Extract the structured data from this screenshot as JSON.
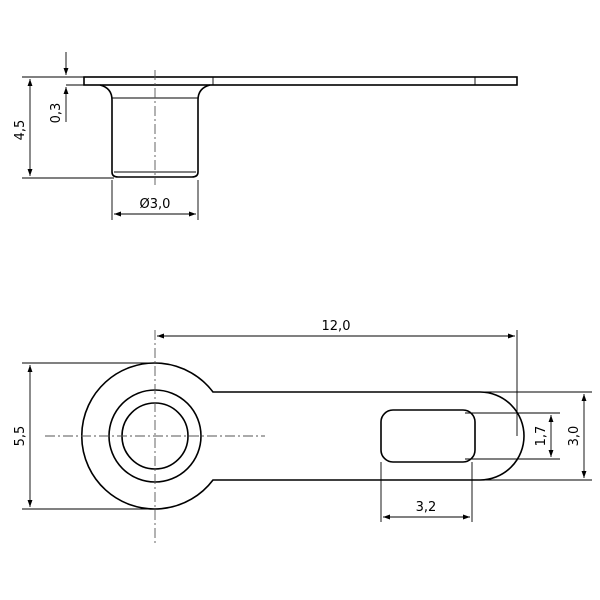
{
  "side_view": {
    "dim_height": "4,5",
    "dim_thickness": "0,3",
    "dim_diameter": "Ø3,0"
  },
  "top_view": {
    "dim_length": "12,0",
    "dim_width": "5,5",
    "dim_slot_height": "1,7",
    "dim_slot_length": "3,2",
    "dim_end_height": "3,0"
  }
}
